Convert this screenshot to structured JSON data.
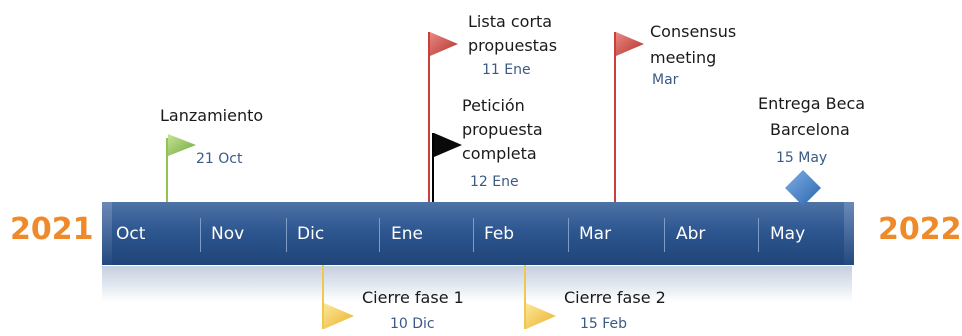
{
  "years": {
    "start": "2021",
    "end": "2022"
  },
  "months": [
    "Oct",
    "Nov",
    "Dic",
    "Ene",
    "Feb",
    "Mar",
    "Abr",
    "May"
  ],
  "milestones": [
    {
      "label": "Lanzamiento",
      "date": "21 Oct",
      "flag_color": "#92c353"
    },
    {
      "label_lines": [
        "Lista corta",
        "propuestas"
      ],
      "date": "11 Ene",
      "flag_color": "#c0392b"
    },
    {
      "label_lines": [
        "Petición",
        "propuesta",
        "completa"
      ],
      "date": "12 Ene",
      "flag_color": "#000000"
    },
    {
      "label_lines": [
        "Consensus",
        "meeting"
      ],
      "date": "Mar",
      "flag_color": "#c0392b"
    },
    {
      "label_lines": [
        "Entrega Beca",
        "Barcelona"
      ],
      "date": "15 May",
      "marker_color": "#2f6db5"
    },
    {
      "label": "Cierre fase 1",
      "date": "10 Dic",
      "flag_color": "#f5c542"
    },
    {
      "label": "Cierre fase 2",
      "date": "15 Feb",
      "flag_color": "#f5c542"
    }
  ],
  "colors": {
    "band": "#2e5690",
    "year": "#f0892a"
  }
}
